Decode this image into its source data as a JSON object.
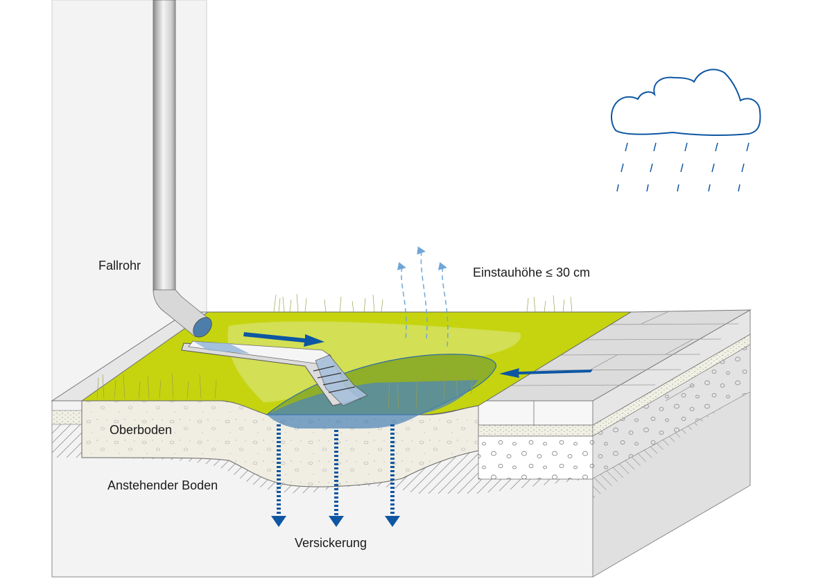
{
  "title": "Versickerungsmulde (Infiltration swale) cross-section",
  "labels": {
    "fallrohr": "Fallrohr",
    "einstauhoehe": "Einstauhöhe ≤ 30 cm",
    "oberboden": "Oberboden",
    "anstehender_boden": "Anstehender Boden",
    "versickerung": "Versickerung"
  },
  "elements": {
    "cloud": "rain-cloud-icon",
    "rain": "rain-drops",
    "evaporation": "evaporation-arrows",
    "downpipe": "downpipe",
    "channel": "inflow-channel",
    "swale": "water-swale",
    "paving": "paved-surface",
    "infiltration_arrows": 3
  },
  "colors": {
    "grass": "#c5d40f",
    "grass_light": "#d4e05c",
    "swale_water": "#4d86b8",
    "swale_green": "#8fae2a",
    "arrow_blue": "#0d56a3",
    "evap_blue": "#6fa6d6",
    "topsoil": "#f0eee3",
    "ground": "#f3f3f3",
    "paving": "#dcdcdc",
    "outline": "#555555"
  }
}
